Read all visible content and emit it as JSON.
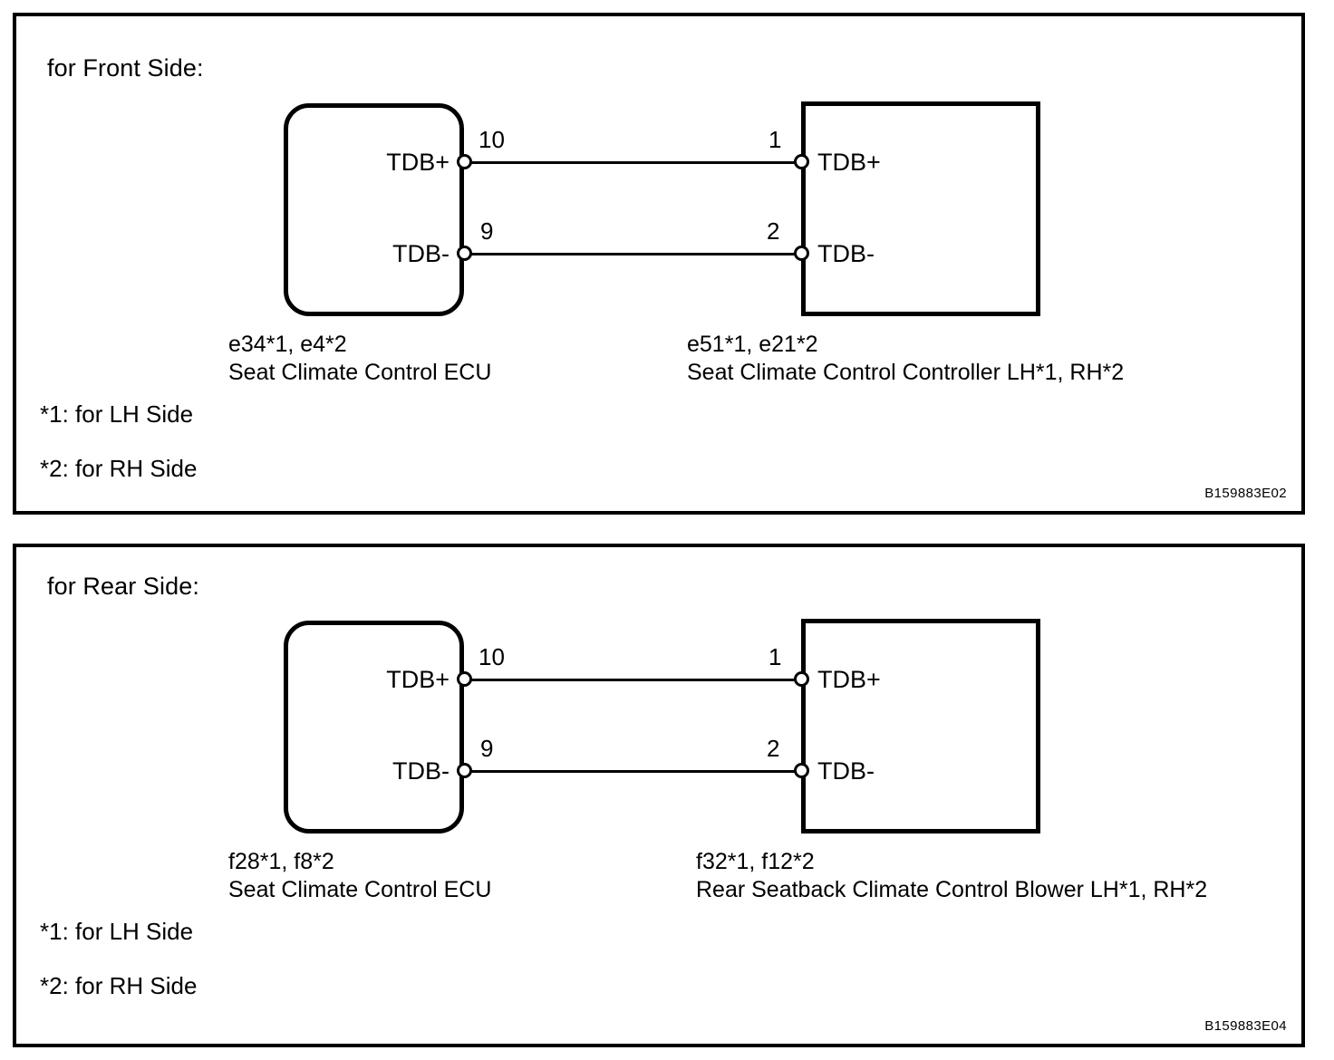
{
  "document": {
    "type": "wiring-diagram",
    "background_color": "#ffffff",
    "line_color": "#000000"
  },
  "panels": [
    {
      "id": "front",
      "title": "for Front Side:",
      "figure_code": "B159883E02",
      "left_device": {
        "connector_ids": "e34*1, e4*2",
        "name": "Seat Climate Control ECU",
        "shape": "rounded-rectangle",
        "pins": [
          {
            "number": "10",
            "label": "TDB+"
          },
          {
            "number": "9",
            "label": "TDB-"
          }
        ]
      },
      "right_device": {
        "connector_ids": "e51*1, e21*2",
        "name": "Seat Climate Control Controller LH*1, RH*2",
        "shape": "rectangle",
        "pins": [
          {
            "number": "1",
            "label": "TDB+"
          },
          {
            "number": "2",
            "label": "TDB-"
          }
        ]
      },
      "wires": [
        {
          "from": "10",
          "to": "1",
          "signal": "TDB+"
        },
        {
          "from": "9",
          "to": "2",
          "signal": "TDB-"
        }
      ],
      "footnotes": [
        "*1: for LH Side",
        "*2: for RH Side"
      ]
    },
    {
      "id": "rear",
      "title": "for Rear Side:",
      "figure_code": "B159883E04",
      "left_device": {
        "connector_ids": "f28*1, f8*2",
        "name": "Seat Climate Control ECU",
        "shape": "rounded-rectangle",
        "pins": [
          {
            "number": "10",
            "label": "TDB+"
          },
          {
            "number": "9",
            "label": "TDB-"
          }
        ]
      },
      "right_device": {
        "connector_ids": "f32*1, f12*2",
        "name": "Rear Seatback Climate Control Blower LH*1, RH*2",
        "shape": "rectangle",
        "pins": [
          {
            "number": "1",
            "label": "TDB+"
          },
          {
            "number": "2",
            "label": "TDB-"
          }
        ]
      },
      "wires": [
        {
          "from": "10",
          "to": "1",
          "signal": "TDB+"
        },
        {
          "from": "9",
          "to": "2",
          "signal": "TDB-"
        }
      ],
      "footnotes": [
        "*1: for LH Side",
        "*2: for RH Side"
      ]
    }
  ]
}
